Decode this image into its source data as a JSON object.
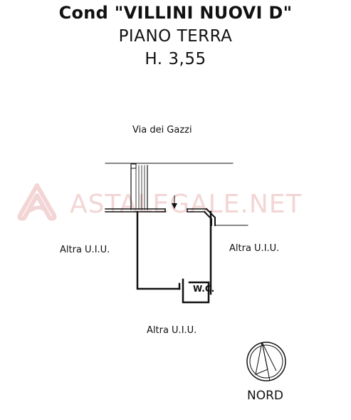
{
  "header": {
    "line1": "Cond \"VILLINI NUOVI D\"",
    "line2": "PIANO TERRA",
    "line3": "H. 3,55"
  },
  "labels": {
    "street": "Via dei Gazzi",
    "neighbor_left": "Altra U.I.U.",
    "neighbor_right": "Altra U.I.U.",
    "neighbor_bottom": "Altra U.I.U.",
    "wc": "W.C.",
    "north": "NORD"
  },
  "watermark": {
    "text": "ASTALEGALE.NET",
    "color": "#f3d5d5"
  },
  "icons": {
    "entrance": "down-arrow-icon",
    "north": "compass-icon",
    "watermark": "astalegale-logo-icon"
  }
}
